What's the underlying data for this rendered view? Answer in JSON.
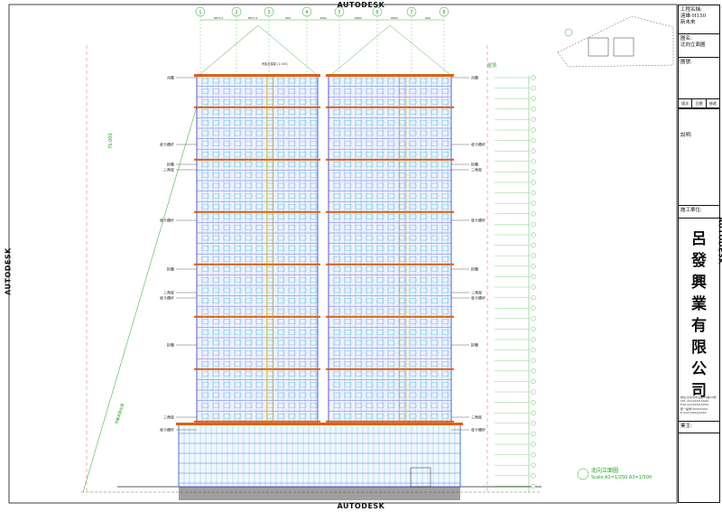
{
  "watermark": "AUTODESK",
  "title_block": {
    "project_label": "工程名稱:",
    "project_value_1": "遠雄-H150",
    "project_value_2": "新未來",
    "drawing_label": "圖名:",
    "drawing_value": "北向立面圖",
    "number_label": "圖號:",
    "revision_cols": [
      "版次",
      "日期",
      "修改"
    ],
    "notes_label": "說明:",
    "contractor_label": "施工單位:",
    "company_chars": [
      "呂",
      "發",
      "興",
      "業",
      "有",
      "限",
      "公",
      "司"
    ],
    "company_notes": [
      "地址:台北市中山區XX路XX號",
      "TEL:(02)XXXX-XXXX",
      "FAX:(02)XXXX-XXXX",
      "統一編號:XXXXXXXX",
      "E-mail:XXX@XXXX"
    ],
    "approval_label": "業主:"
  },
  "drawing": {
    "scale_title": "北向立面圖",
    "scale_text": "Scale:A1=1/250 A3=1/500",
    "grid_labels": [
      "1",
      "2",
      "3",
      "4",
      "5",
      "6",
      "7",
      "8"
    ],
    "grid_dims": [
      "6871.5",
      "6871.5",
      "600",
      "3400",
      "6800",
      "6800",
      "600"
    ],
    "callouts_left": [
      "吊籠",
      "收卡欄杆",
      "拆籠",
      "三角架",
      "收卡欄杆",
      "拆籠",
      "三角架",
      "收卡欄杆",
      "拆籠",
      "三角架",
      "收卡欄杆"
    ],
    "callouts_right": [
      "吊籠",
      "收卡欄杆",
      "拆籠",
      "三角架",
      "收卡欄杆",
      "拆籠",
      "三角架",
      "收卡欄杆",
      "拆籠",
      "三角架",
      "收卡欄杆"
    ],
    "legend_note": "吊籠安裝位置",
    "dim_left": "76,000",
    "dim_right": "屋頂",
    "hoist_note": "吊籠支撐架 (1:100)"
  },
  "colors": {
    "scaffold": "#3a3acc",
    "floor": "#e06010",
    "annotation": "#1ea51e",
    "window": "#18c8c8",
    "base": "#8e8e8e"
  }
}
